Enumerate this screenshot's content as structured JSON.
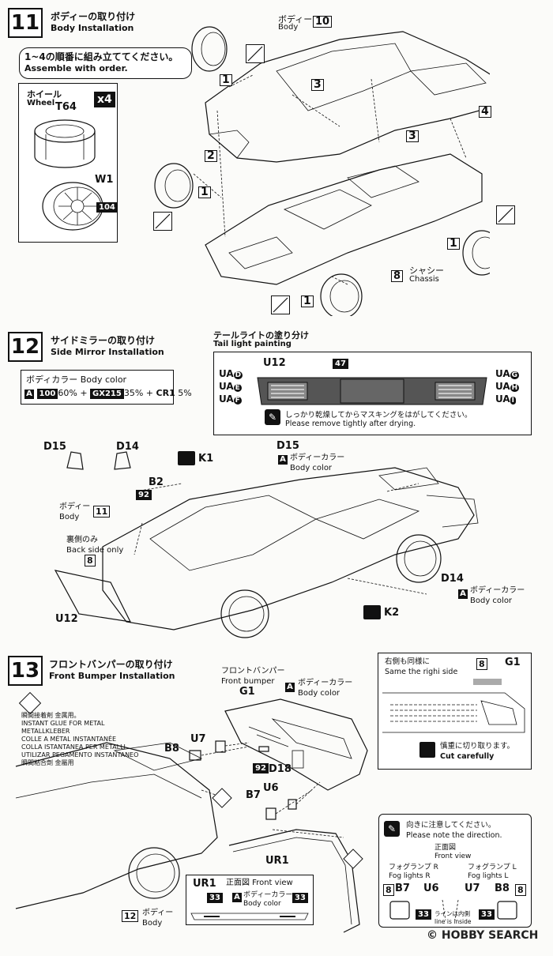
{
  "step11": {
    "number": "11",
    "title_jp": "ボディーの取り付け",
    "title_en": "Body Installation",
    "order_jp": "1~4の順番に組み立ててください。",
    "order_en": "Assemble with order.",
    "wheel_jp": "ホイール",
    "wheel_en": "Wheel",
    "tire_part": "T64",
    "qty": "x4",
    "wheel_part": "W1",
    "wheel_paint": "104",
    "body_jp": "ボディー",
    "body_en": "Body",
    "body_num": "10",
    "chassis_jp": "シャシー",
    "chassis_en": "Chassis",
    "chassis_num": "8",
    "seq": [
      "1",
      "2",
      "3",
      "4"
    ]
  },
  "step12": {
    "number": "12",
    "title_jp": "サイドミラーの取り付け",
    "title_en": "Side Mirror Installation",
    "color_title": "ボディカラー Body color",
    "color_formula": [
      "A",
      "100",
      "60% + ",
      "GX215",
      "35% + ",
      "CR1",
      "5%"
    ],
    "tail_jp": "テールライトの塗り分け",
    "tail_en": "Tail light painting",
    "tail_part": "U12",
    "tail_paint": "47",
    "tail_left": [
      "UA",
      "D",
      "UA",
      "E",
      "UA",
      "F"
    ],
    "tail_right": [
      "UA",
      "G",
      "UA",
      "H",
      "UA",
      "I"
    ],
    "dry_jp": "しっかり乾燥してからマスキングをはがしてください。",
    "dry_en": "Please remove tightly after drying.",
    "mirror_left": "D15",
    "mirror_right": "D14",
    "k1": "K1",
    "k2": "K2",
    "d15": "D15",
    "d14": "D14",
    "bodycolor_jp": "ボディーカラー",
    "bodycolor_en": "Body color",
    "b2": "B2",
    "b2_paint": "92",
    "body_jp": "ボディー",
    "body_en": "Body",
    "body_num": "11",
    "back_jp": "裏側のみ",
    "back_en": "Back side only",
    "back_num": "8",
    "u12": "U12"
  },
  "step13": {
    "number": "13",
    "title_jp": "フロントバンパーの取り付け",
    "title_en": "Front Bumper Installation",
    "glue_lines": [
      "瞬間接着剤 金属用。",
      "INSTANT GLUE FOR METAL",
      "METALLKLEBER",
      "COLLE A MÉTAL INSTANTANÉE",
      "COLLA ISTANTANEA PER METALLI",
      "UTILIZAR PEGAMENTO INSTANTANEO",
      "瞬間粘合劑 金屬用"
    ],
    "bumper_jp": "フロントバンパー",
    "bumper_en": "Front bumper",
    "g1": "G1",
    "bodycolor_jp": "ボディーカラー",
    "bodycolor_en": "Body color",
    "b8": "B8",
    "u7": "U7",
    "d18": "D18",
    "d18_paint": "92",
    "b7": "B7",
    "u6": "U6",
    "ur1": "UR1",
    "same_jp": "右側も同様に",
    "same_en": "Same the righi side",
    "inset_num": "8",
    "inset_g1": "G1",
    "cut_jp": "慎重に切り取ります。",
    "cut_en": "Cut carefully",
    "dir_jp": "向きに注意してください。",
    "dir_en": "Please note the direction.",
    "front_jp": "正面図",
    "front_en": "Front view",
    "fogR_jp": "フォグランプ R",
    "fogR_en": "Fog lights R",
    "fogL_jp": "フォグランプ L",
    "fogL_en": "Fog lights L",
    "fog_parts": [
      "8",
      "B7",
      "U6",
      "U7",
      "B8",
      "8"
    ],
    "fog_paint": "33",
    "line_jp": "ラインは内側",
    "line_en": "line is inside",
    "ur1_front": "正面図 Front view",
    "ur1_paint": "33",
    "body_jp": "ボディー",
    "body_en": "Body",
    "body_num": "12"
  },
  "watermark": "HOBBY SEARCH",
  "copyright": "©"
}
